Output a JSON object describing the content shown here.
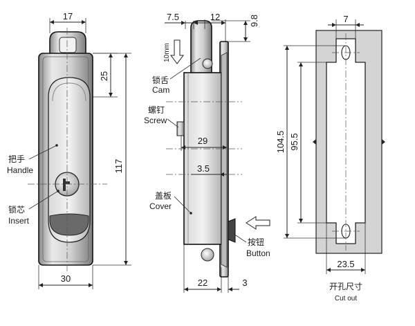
{
  "front_view": {
    "dims": {
      "top_width": "17",
      "handle_offset": "25",
      "overall_height": "117",
      "bottom_width": "30"
    },
    "labels": {
      "handle_zh": "把手",
      "handle_en": "Handle",
      "insert_zh": "锁芯",
      "insert_en": "Insert"
    }
  },
  "side_view": {
    "dims": {
      "cam_offset": "7.5",
      "cam_width": "12",
      "cam_top": "9.8",
      "depth": "29",
      "screw_depth": "3.5",
      "body": "22",
      "plate": "3"
    },
    "travel": "10mm",
    "labels": {
      "cam_zh": "锁舌",
      "cam_en": "Cam",
      "screw_zh": "螺钉",
      "screw_en": "Screw",
      "cover_zh": "盖板",
      "cover_en": "Cover",
      "button_zh": "按钮",
      "button_en": "Button"
    }
  },
  "cutout_view": {
    "dims": {
      "slot_width": "7",
      "outer_height": "104.5",
      "inner_height": "95.5",
      "width": "23.5"
    },
    "caption_zh": "开孔尺寸",
    "caption_en": "Cut out"
  }
}
